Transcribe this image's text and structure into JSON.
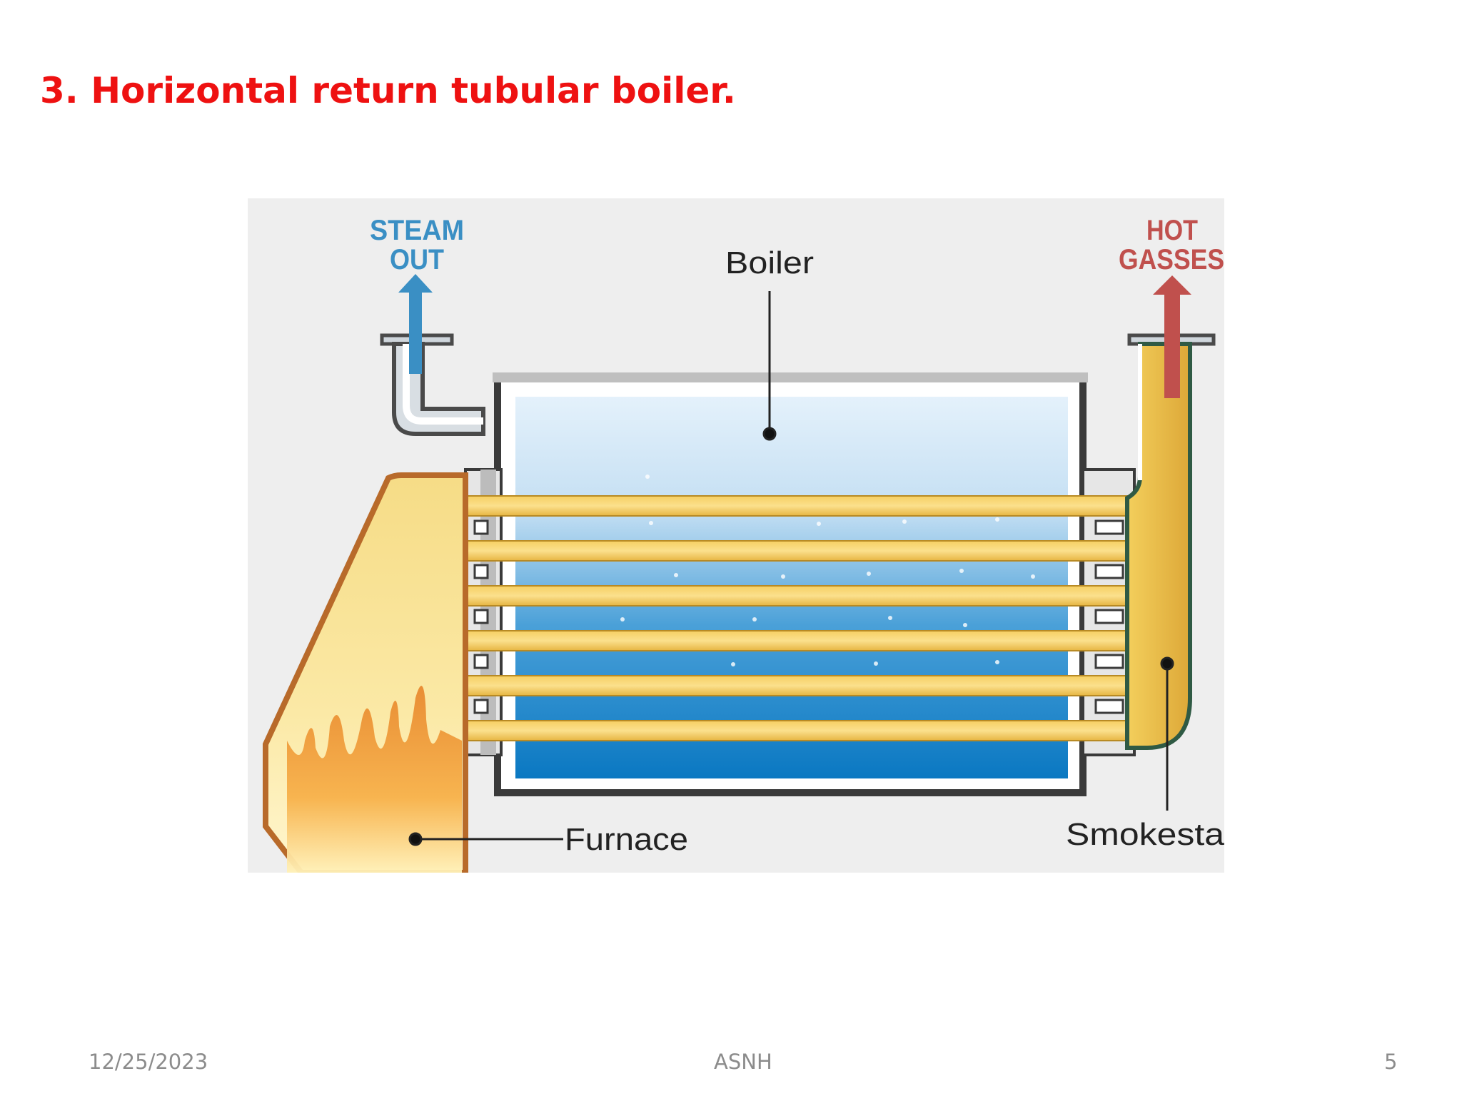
{
  "slide": {
    "title": "3. Horizontal return tubular boiler."
  },
  "diagram": {
    "labels": {
      "steam_out_line1": "STEAM",
      "steam_out_line2": "OUT",
      "hot_gasses_line1": "HOT",
      "hot_gasses_line2": "GASSES",
      "boiler": "Boiler",
      "furnace": "Furnace",
      "smokestack": "Smokesta"
    },
    "colors": {
      "steam_arrow": "#3a8fc4",
      "hot_gas_arrow": "#c0504d",
      "tubes": "#f2c14e",
      "water_top": "#dcecf8",
      "water_bottom": "#0e7cc4",
      "furnace_fill": "#f6d97a"
    }
  },
  "footer": {
    "date": "12/25/2023",
    "center": "ASNH",
    "page": "5"
  }
}
